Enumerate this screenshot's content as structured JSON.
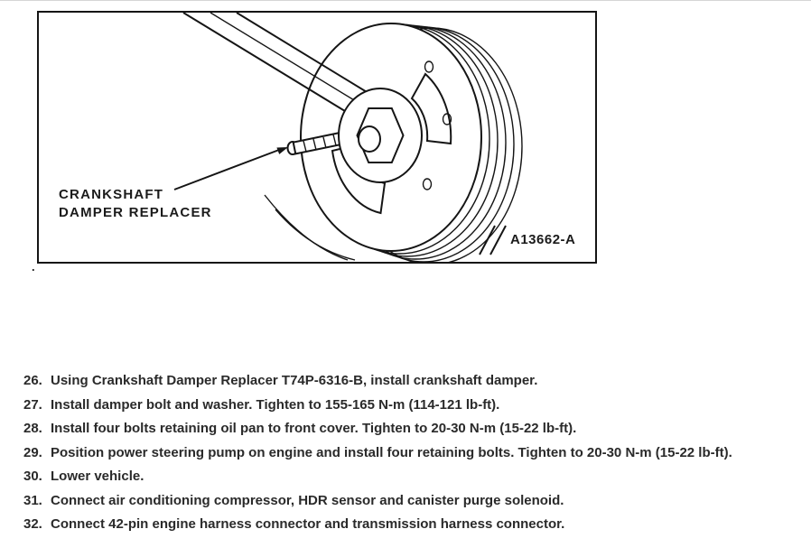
{
  "figure": {
    "label_line1": "CRANKSHAFT",
    "label_line2": "DAMPER REPLACER",
    "figure_id": "A13662-A"
  },
  "stray_mark": ".",
  "steps": [
    {
      "num": "26.",
      "text": "Using Crankshaft Damper Replacer T74P-6316-B, install crankshaft damper."
    },
    {
      "num": "27.",
      "text": "Install damper bolt and washer. Tighten to 155-165 N-m (114-121 lb-ft)."
    },
    {
      "num": "28.",
      "text": "Install four bolts retaining oil pan to front cover. Tighten to 20-30 N-m (15-22 lb-ft)."
    },
    {
      "num": "29.",
      "text": "Position power steering pump on engine and install four retaining bolts. Tighten to 20-30 N-m (15-22 lb-ft)."
    },
    {
      "num": "30.",
      "text": "Lower vehicle."
    },
    {
      "num": "31.",
      "text": "Connect air conditioning compressor, HDR sensor and canister purge solenoid."
    },
    {
      "num": "32.",
      "text": "Connect 42-pin engine harness connector and transmission harness connector."
    }
  ],
  "colors": {
    "ink": "#151515",
    "text": "#2a2a2a",
    "page_bg": "#ffffff"
  }
}
